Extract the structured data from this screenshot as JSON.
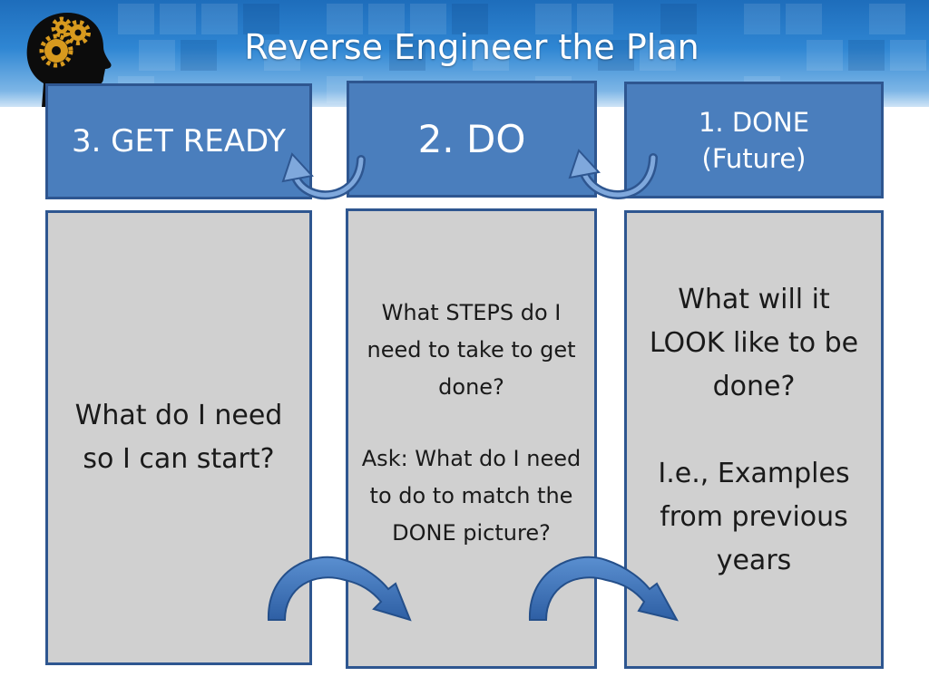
{
  "title": "Reverse Engineer the Plan",
  "headers": {
    "get_ready": "3. GET READY",
    "do": "2. DO",
    "done_line1": "1. DONE",
    "done_line2": "(Future)"
  },
  "content": {
    "get_ready": "What do I need so I can start?",
    "do_p1": "What STEPS do I need to take to get done?",
    "do_p2": "Ask: What do I need to do to match the DONE picture?",
    "done_p1": "What will it LOOK like to be done?",
    "done_p2": "I.e., Examples from previous years"
  },
  "colors": {
    "header_fill": "#4a7ebd",
    "header_border": "#2e5690",
    "content_fill": "#d0d0d0",
    "arrow": "#3f6fb0",
    "banner": "#2f86d3"
  },
  "icons": {
    "logo": "head-with-gears-icon",
    "arrow": "curved-arrow-icon"
  }
}
